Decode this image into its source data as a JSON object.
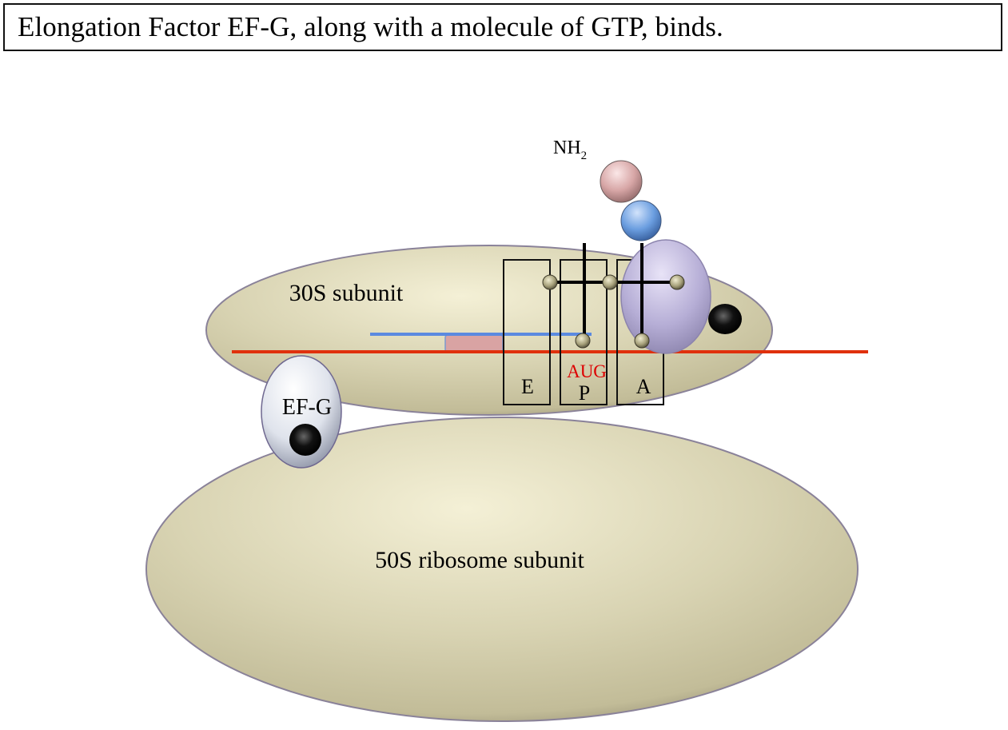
{
  "title": "Elongation Factor EF-G, along with a molecule of GTP, binds.",
  "labels": {
    "subunit_30s": "30S subunit",
    "subunit_50s": "50S ribosome subunit",
    "ef_g": "EF-G",
    "nh2": "NH",
    "nh2_sub": "2",
    "codon": "AUG",
    "site_e": "E",
    "site_p": "P",
    "site_a": "A"
  },
  "colors": {
    "subunit": "#d9d4b4",
    "mrna": "#e0300c",
    "trna_strand": "#5b8ae0",
    "shine_dalgarno": "#d9a3a3",
    "codon_text": "#dd0000",
    "amino_acid_1": "#d9a9a9",
    "amino_acid_2": "#6a9ee0",
    "ef_g": "#dde2ea",
    "a_site_trna": "#b3abd3",
    "gtp": "#111111",
    "node": "#a8a27a"
  }
}
